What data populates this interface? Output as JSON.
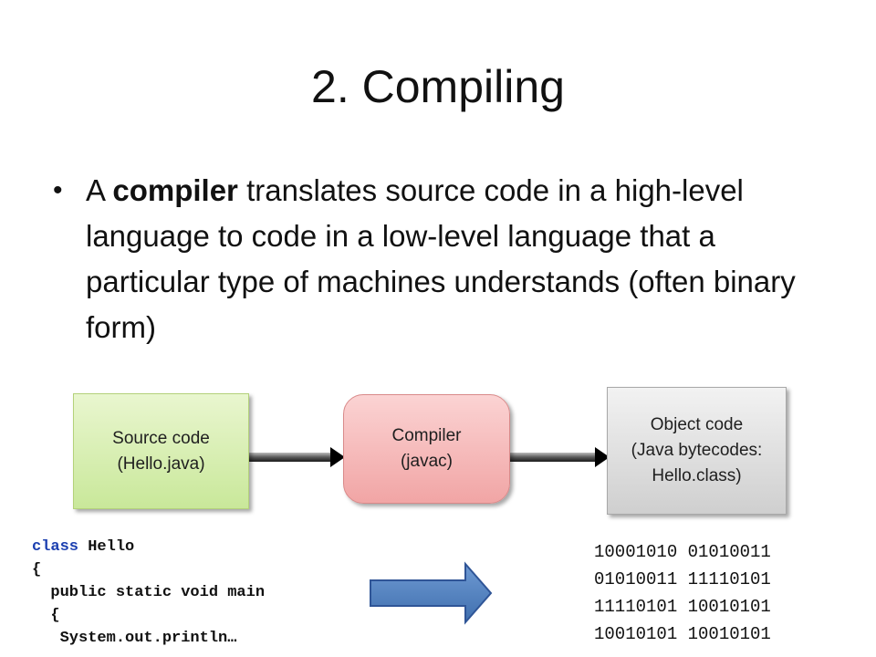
{
  "slide": {
    "title": "2. Compiling",
    "bullet": {
      "pre": "A ",
      "bold": "compiler",
      "post": " translates source code in a high-level language to code in a low-level language that a particular type of machines understands (often binary form)"
    }
  },
  "diagram": {
    "source_box": "Source code\n(Hello.java)",
    "compiler_box": "Compiler\n(javac)",
    "object_box": "Object code\n(Java bytecodes:\nHello.class)"
  },
  "code": {
    "line1_kw": "class",
    "line1_rest": " Hello",
    "line2": "{",
    "line3": "  public static void main",
    "line4": "  {",
    "line5": "   System.out.println…"
  },
  "binary": {
    "lines": [
      "10001010 01010011",
      "01010011 11110101",
      "11110101 10010101",
      "10010101 10010101"
    ]
  },
  "colors": {
    "code_keyword": "#1b3fb0",
    "block_arrow": "#4f81bd"
  }
}
